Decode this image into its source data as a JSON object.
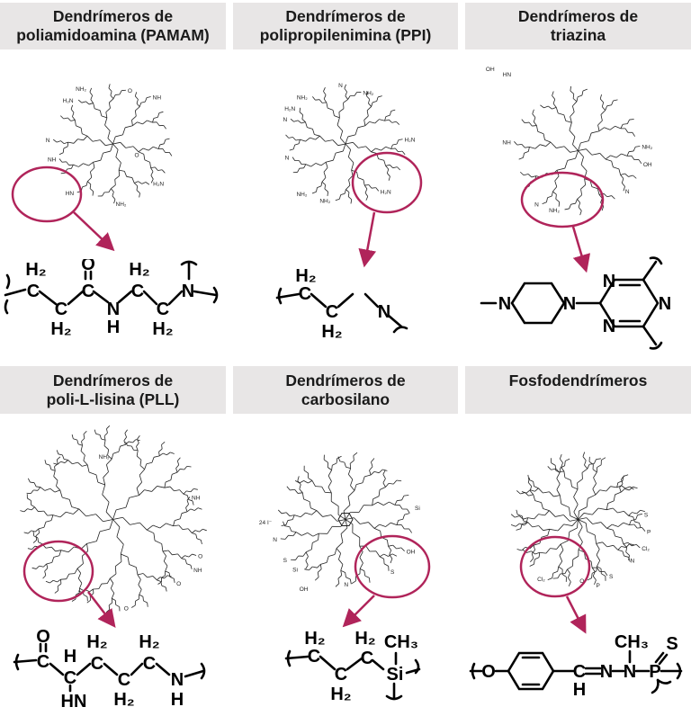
{
  "colors": {
    "header_bg": "#e8e6e6",
    "highlight": "#b0245a"
  },
  "panels": [
    {
      "title_line1": "Dendrímeros de",
      "title_line2": "poliamidoamina (PAMAM)",
      "end_labels": [
        "H₂N",
        "NH₂",
        "HN",
        "NH",
        "O",
        "N",
        "H₂N",
        "NH₂",
        "O",
        "NH"
      ],
      "monomer": [
        "H₂",
        "C",
        "C",
        "H₂",
        "O",
        "C",
        "N",
        "H",
        "H₂",
        "C",
        "C",
        "H₂",
        "N"
      ]
    },
    {
      "title_line1": "Dendrímeros de",
      "title_line2": "polipropilenimina (PPI)",
      "end_labels": [
        "H₂N",
        "H₂N",
        "NH₂",
        "NH₂",
        "N",
        "N",
        "H₂N",
        "NH₂",
        "N",
        "NH₂"
      ],
      "monomer": [
        "H₂",
        "C",
        "C",
        "H₂",
        "N"
      ]
    },
    {
      "title_line1": "Dendrímeros de",
      "title_line2": "triazina",
      "end_labels": [
        "NH₂",
        "OH",
        "N",
        "HN",
        "NH₂",
        "OH",
        "N",
        "NH"
      ],
      "monomer": [
        "N",
        "N",
        "N",
        "N",
        "N"
      ]
    },
    {
      "title_line1": "Dendrímeros de",
      "title_line2": "poli-L-lisina (PLL)",
      "end_labels": [
        "NH",
        "O",
        "NH",
        "O",
        "NH₂",
        "O"
      ],
      "monomer": [
        "O",
        "C",
        "H₂",
        "C",
        "C",
        "H",
        "H₂",
        "C",
        "C",
        "H₂",
        "N",
        "H",
        "HN"
      ]
    },
    {
      "title_line1": "Dendrímeros de",
      "title_line2": "carbosilano",
      "end_labels": [
        "OH",
        "Si",
        "S",
        "N",
        "OH",
        "Si",
        "S",
        "N",
        "24 I⁻"
      ],
      "monomer": [
        "H₂",
        "C",
        "C",
        "H₂",
        "CH₃",
        "Si"
      ]
    },
    {
      "title_line1": "Fosfodendrímeros",
      "title_line2": "",
      "end_labels": [
        "S",
        "P",
        "Cl₂",
        "N",
        "O",
        "S",
        "P",
        "Cl₂"
      ],
      "monomer": [
        "O",
        "C",
        "H",
        "N",
        "CH₃",
        "N",
        "P",
        "S"
      ]
    }
  ]
}
